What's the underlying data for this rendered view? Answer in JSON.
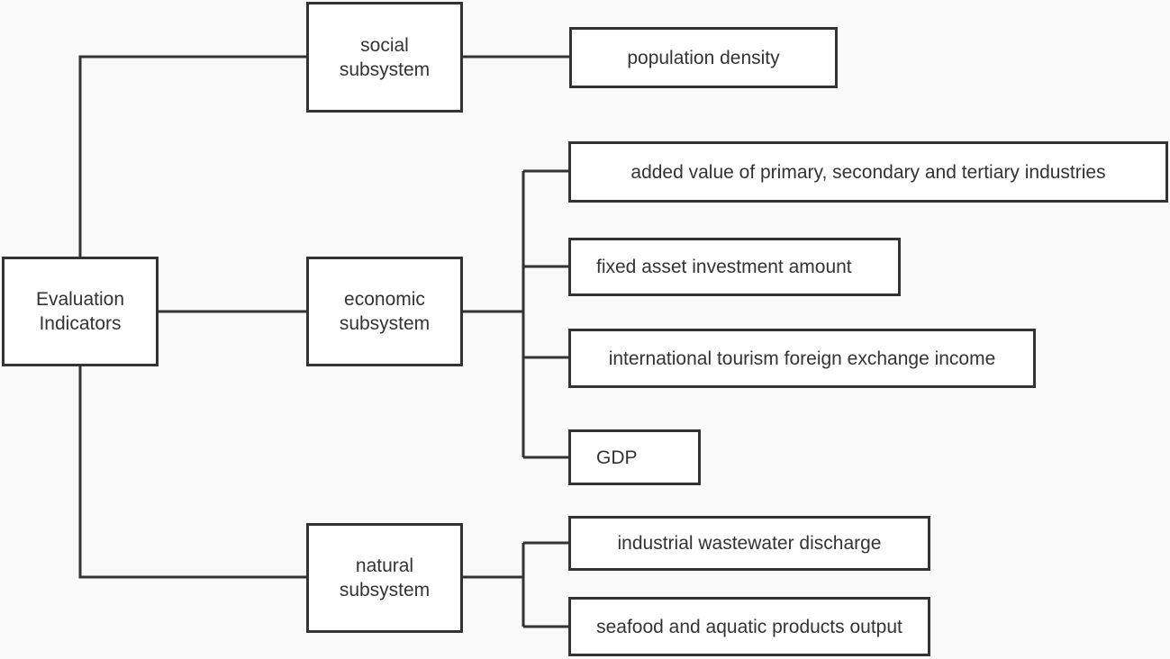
{
  "root": {
    "line1": "Evaluation",
    "line2": "Indicators"
  },
  "subsystems": {
    "social": {
      "line1": "social",
      "line2": "subsystem"
    },
    "economic": {
      "line1": "economic",
      "line2": "subsystem"
    },
    "natural": {
      "line1": "natural",
      "line2": "subsystem"
    }
  },
  "indicators": {
    "population_density": "population density",
    "added_value": "added value of primary, secondary and tertiary industries",
    "fixed_asset": "fixed asset investment amount",
    "tourism_income": "international tourism foreign exchange income",
    "gdp": "GDP",
    "wastewater": "industrial wastewater discharge",
    "seafood": "seafood and aquatic products output"
  },
  "colors": {
    "stroke": "#333333",
    "box_fill": "#ffffff",
    "background": "#f9f9f9"
  }
}
